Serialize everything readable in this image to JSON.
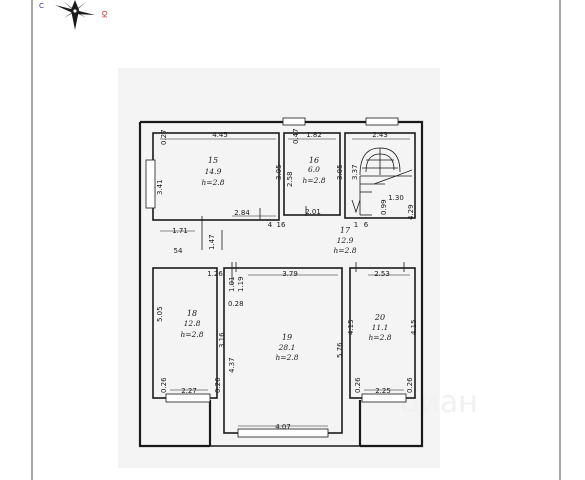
{
  "compass": {
    "north_label": "С",
    "south_label": "Ю"
  },
  "watermark": {
    "text": "циан"
  },
  "rooms": [
    {
      "id": "15",
      "area": "14.9",
      "height": "h=2.8"
    },
    {
      "id": "16",
      "area": "6.0",
      "height": "h=2.8"
    },
    {
      "id": "17",
      "area": "12.9",
      "height": "h=2.8"
    },
    {
      "id": "18",
      "area": "12.8",
      "height": "h=2.8"
    },
    {
      "id": "19",
      "area": "28.1",
      "height": "h=2.8"
    },
    {
      "id": "20",
      "area": "11.1",
      "height": "h=2.8"
    }
  ],
  "dimensions": {
    "r15_top": "4.45",
    "r15_top_left": "0.27",
    "r15_left": "3.41",
    "r15_right": "3.05",
    "r16_top_left": "0.47",
    "r16_top": "1.82",
    "r16_left": "2.58",
    "r16_bottom": "2.01",
    "r15_bottom": "2.84",
    "stair_top": "2.43",
    "stair_left": "3.05",
    "stair_inner": "3.37",
    "stair_w": "1.30",
    "stair_gap": "0.99",
    "right_wall": "4.29",
    "corr_small_a": "4",
    "corr_small_b": "16",
    "corr_small_c": "1",
    "corr_small_d": "6",
    "corr_left": "1.71",
    "corr_left_v": "1.47",
    "corr_left_b": "54",
    "corr_mid": "3.79",
    "r18_top": "1.26",
    "r18_left": "5.05",
    "r18_bl": "0.26",
    "r18_bottom": "2.27",
    "r18_br": "0.26",
    "r18_right": "3.16",
    "r19_a": "1.01",
    "r19_b": "1.19",
    "r19_c": "0.28",
    "r19_left": "4.37",
    "r19_right": "5.76",
    "r19_bottom": "4.07",
    "r20_top": "2.53",
    "r20_left": "4.15",
    "r20_right": "4.15",
    "r20_bl": "0.26",
    "r20_bottom": "2.25",
    "r20_br": "0.26"
  }
}
